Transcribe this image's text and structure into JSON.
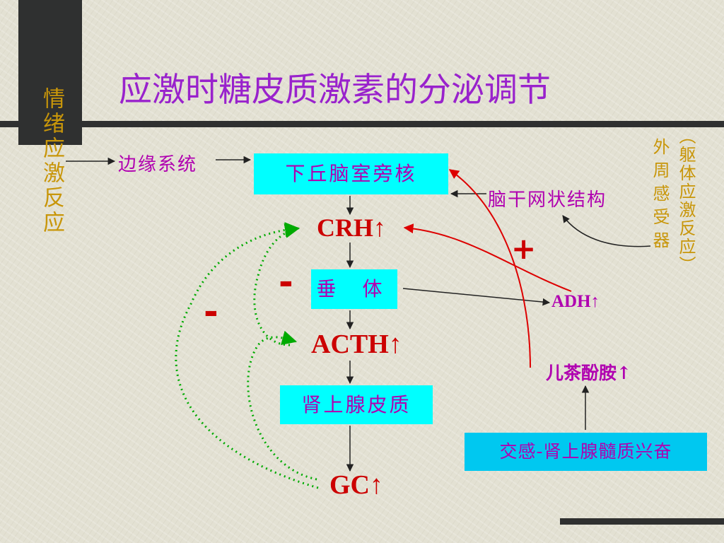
{
  "title": "应激时糖皮质激素的分泌调节",
  "left_label": "情绪应激反应",
  "right_label_line1": "（躯体应激反应）",
  "right_label_line2": "外周感受器",
  "limbic": "边缘系统",
  "brainstem": "脑干网状结构",
  "boxes": {
    "hypothalamus": "下丘脑室旁核",
    "pituitary": "垂 体",
    "adrenal_cortex": "肾上腺皮质",
    "sympathetic": "交感-肾上腺髓质兴奋"
  },
  "hormones": {
    "crh": "CRH↑",
    "acth": "ACTH↑",
    "gc": "GC↑",
    "adh": "ADH↑",
    "catecholamine": "儿茶酚胺↑"
  },
  "signs": {
    "minus_1": "-",
    "minus_2": "-",
    "plus_1": "+"
  },
  "colors": {
    "title": "#9922cc",
    "label_gold": "#c8960a",
    "text_magenta": "#b000b0",
    "box_cyan": "#00ffff",
    "feedback_green": "#00aa00",
    "stimulus_red": "#dd0000"
  }
}
